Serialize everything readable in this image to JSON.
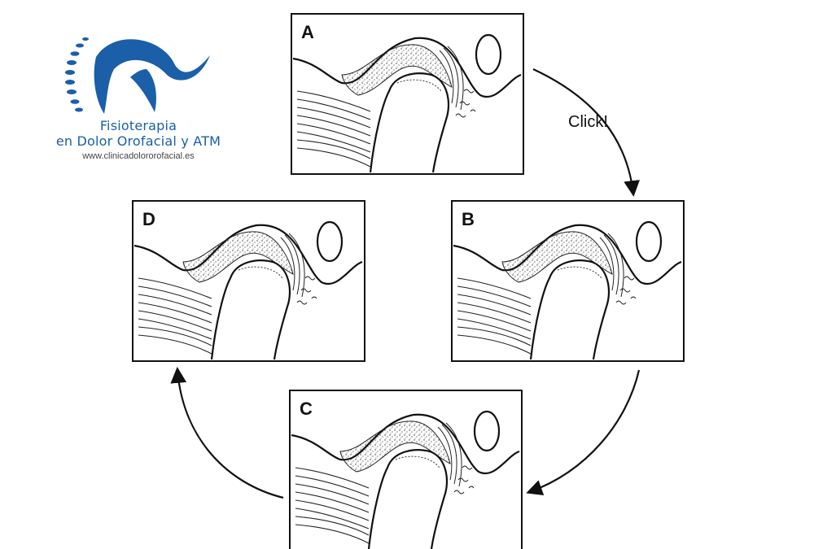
{
  "logo": {
    "line1": "Fisioterapia",
    "line2": "en Dolor Orofacial y ATM",
    "url": "www.clinicadolororofacial.es",
    "brand_color": "#1a5fa8"
  },
  "panels": [
    {
      "letter": "A"
    },
    {
      "letter": "B"
    },
    {
      "letter": "C"
    },
    {
      "letter": "D"
    }
  ],
  "arrows": {
    "a_to_b_label": "Click!"
  }
}
